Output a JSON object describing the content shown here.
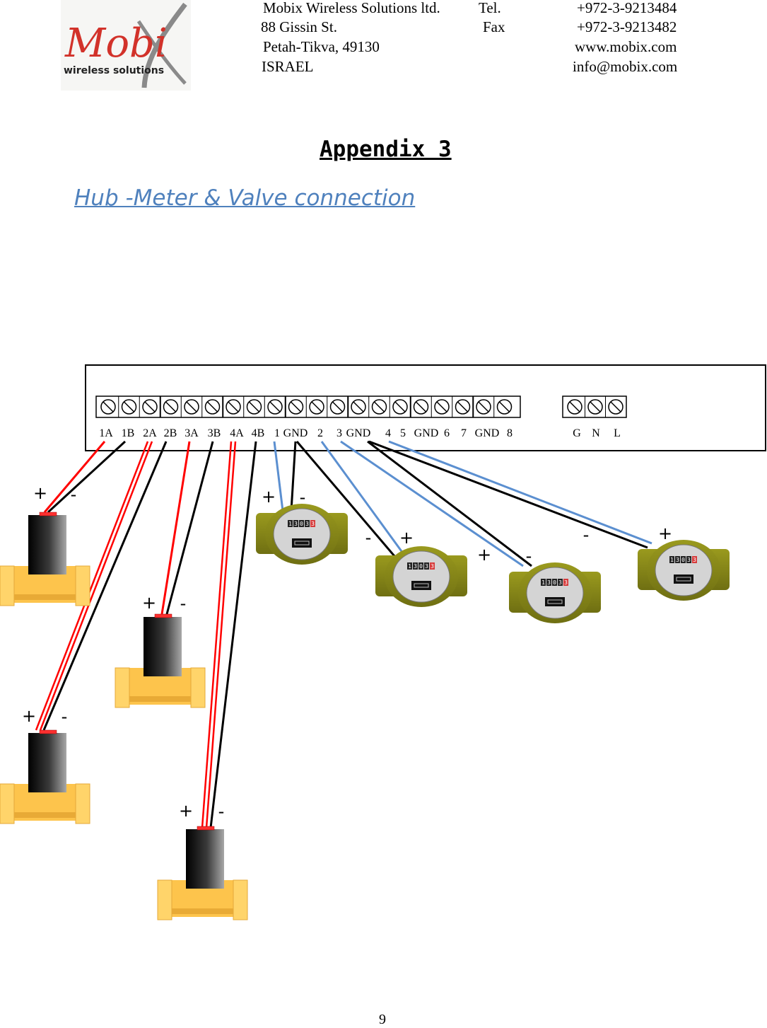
{
  "header": {
    "logo": {
      "name": "Mobi",
      "tagline": "wireless solutions"
    },
    "company": "Mobix Wireless Solutions ltd.",
    "street": "88 Gissin St.",
    "city": "Petah-Tikva, 49130",
    "country": "ISRAEL",
    "tel_label": "Tel.",
    "tel": "+972-3-9213484",
    "fax_label": "Fax",
    "fax": "+972-3-9213482",
    "web": "www.mobix.com",
    "email": "info@mobix.com"
  },
  "title": "Appendix 3",
  "subtitle": "Hub -Meter & Valve connection",
  "terminal_labels": [
    "1A",
    "1B",
    "2A",
    "2B",
    "3A",
    "3B",
    "4A",
    "4B",
    "1",
    "GND",
    "2",
    "3",
    "GND",
    "4",
    "5",
    "GND",
    "6",
    "7",
    "GND",
    "8"
  ],
  "power_labels": [
    "G",
    "N",
    "L"
  ],
  "polarity": {
    "plus": "+",
    "minus": "-"
  },
  "meter_display": "13033",
  "colors": {
    "red_wire": "#ff0000",
    "black_wire": "#000000",
    "blue_wire": "#5b8fd0",
    "valve_body": "#fdc44c",
    "meter_body": "#8b8b1a"
  },
  "page_number": "9"
}
